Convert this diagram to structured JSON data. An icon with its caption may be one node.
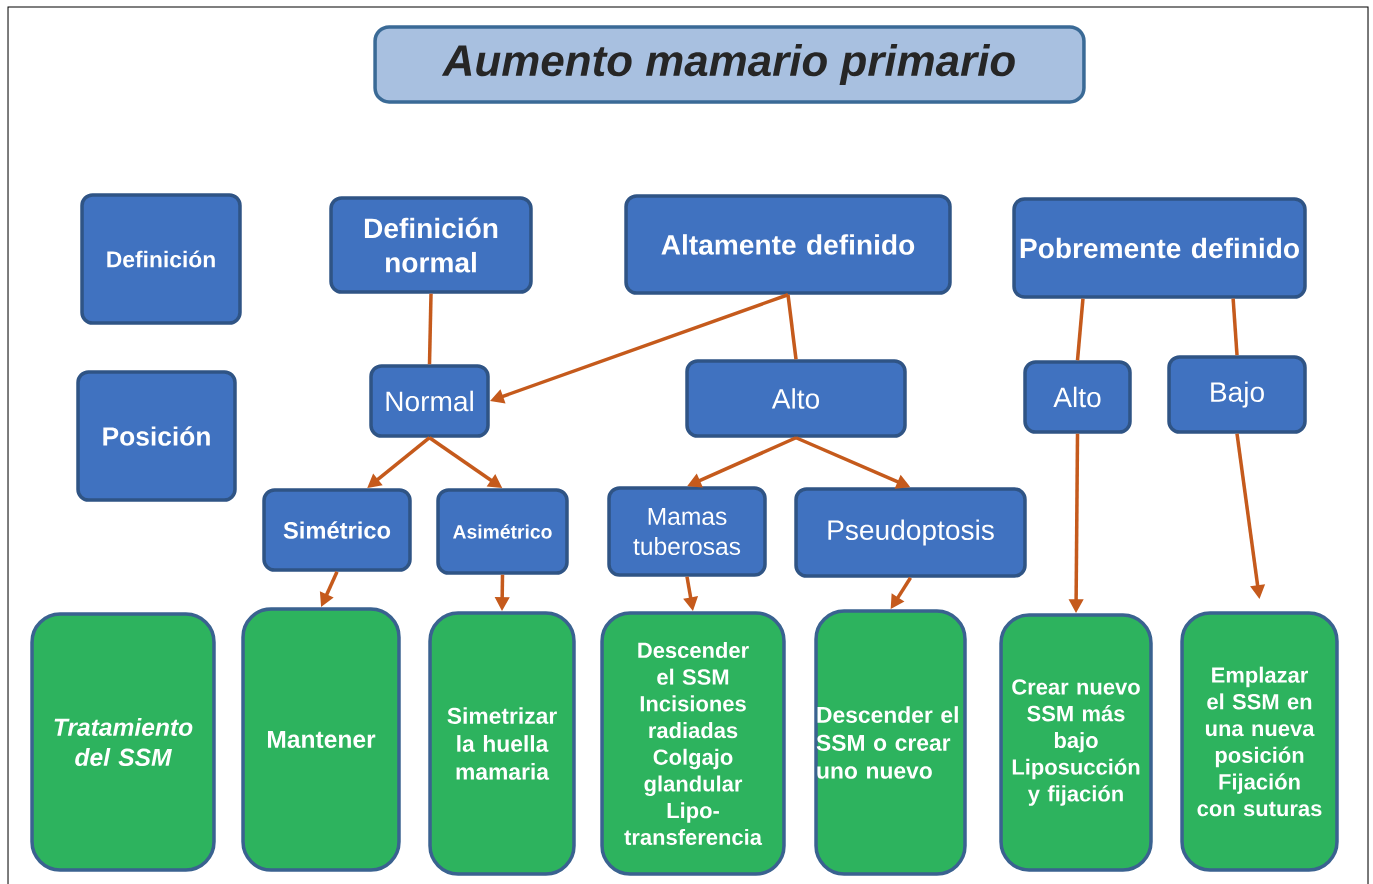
{
  "diagram": {
    "title": "Aumento mamario primario",
    "nodes": [
      {
        "text": [
          "Definición"
        ]
      },
      {
        "text": [
          "Definición normal"
        ]
      },
      {
        "text": [
          "Altamente definido"
        ]
      },
      {
        "text": [
          "Pobremente definido"
        ]
      },
      {
        "text": [
          "Posición"
        ]
      },
      {
        "text": [
          "Normal"
        ]
      },
      {
        "text": [
          "Alto"
        ]
      },
      {
        "text": [
          "Alto"
        ]
      },
      {
        "text": [
          "Bajo"
        ]
      },
      {
        "text": [
          "Simétrico"
        ]
      },
      {
        "text": [
          "Asimétrico"
        ]
      },
      {
        "text": [
          "Mamas tuberosas"
        ]
      },
      {
        "text": [
          "Pseudoptosis"
        ]
      },
      {
        "text": [
          "Tratamiento del SSM"
        ]
      },
      {
        "text": [
          "Mantener"
        ]
      },
      {
        "text": [
          "Simetrizar la huella mamaria"
        ]
      },
      {
        "text": [
          "Descender el SSM",
          "Incisiones radiadas",
          "Colgajo glandular",
          "Lipo-transferencia"
        ]
      },
      {
        "text": [
          "Descender el SSM o crear uno nuevo"
        ]
      },
      {
        "text": [
          "Crear nuevo SSM más bajo",
          "Liposucción y fijación"
        ]
      },
      {
        "text": [
          "Emplazar el SSM en una nueva posición",
          "Fijación con suturas"
        ]
      }
    ],
    "edges": [
      {
        "from": 1,
        "to": 5,
        "arrow": "none"
      },
      {
        "from": 2,
        "to": 5,
        "arrow": "to"
      },
      {
        "from": 2,
        "to": 6,
        "arrow": "none"
      },
      {
        "from": 3,
        "to": 7,
        "arrow": "none"
      },
      {
        "from": 3,
        "to": 8,
        "arrow": "none"
      },
      {
        "from": 5,
        "to": 9,
        "arrow": "to"
      },
      {
        "from": 5,
        "to": 10,
        "arrow": "to"
      },
      {
        "from": 6,
        "to": 11,
        "arrow": "to"
      },
      {
        "from": 6,
        "to": 12,
        "arrow": "to"
      },
      {
        "from": 9,
        "to": 14,
        "arrow": "to"
      },
      {
        "from": 10,
        "to": 15,
        "arrow": "to"
      },
      {
        "from": 11,
        "to": 16,
        "arrow": "to"
      },
      {
        "from": 12,
        "to": 17,
        "arrow": "to"
      },
      {
        "from": 7,
        "to": 18,
        "arrow": "to"
      },
      {
        "from": 8,
        "to": 19,
        "arrow": "to"
      }
    ]
  }
}
